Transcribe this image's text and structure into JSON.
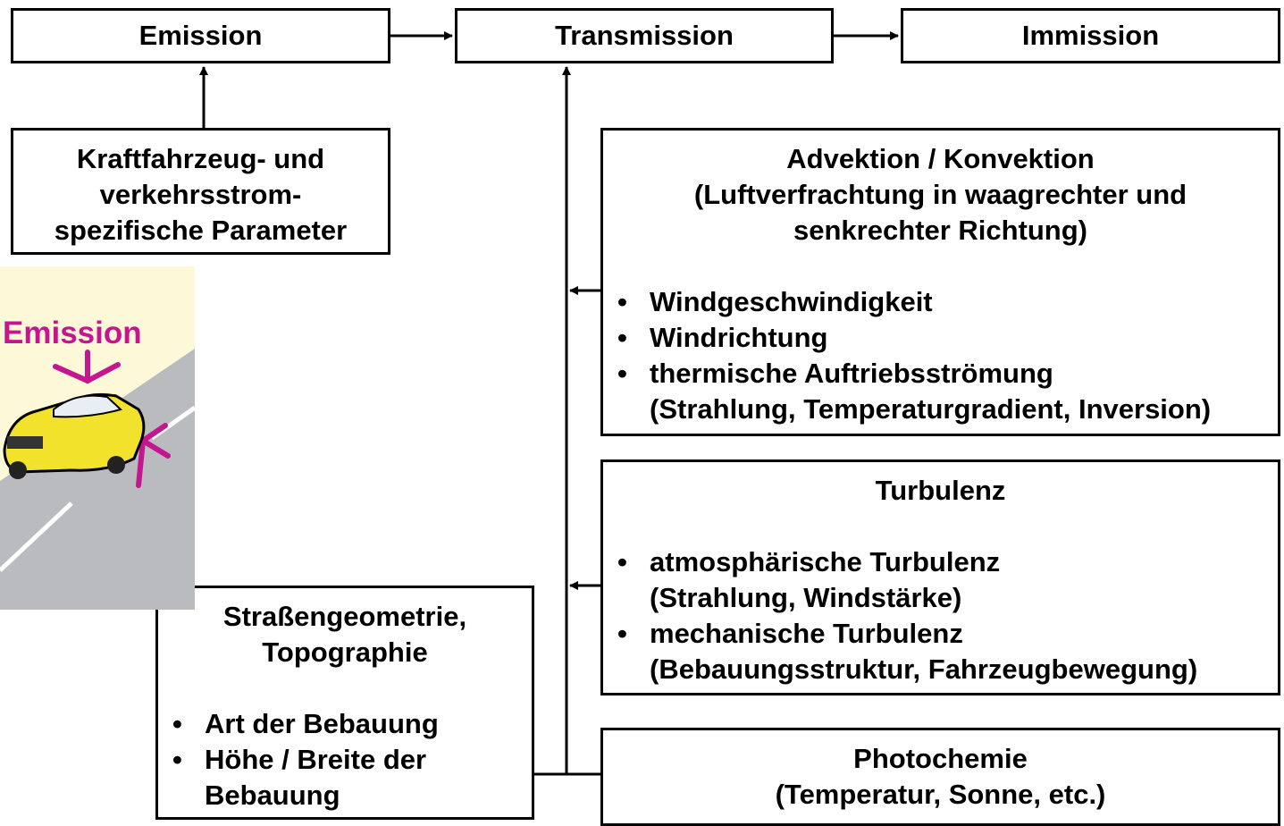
{
  "top_row": {
    "emission": "Emission",
    "transmission": "Transmission",
    "immission": "Immission"
  },
  "vehicle_params": [
    "Kraftfahrzeug- und",
    "verkehrsstrom-",
    "spezifische Parameter"
  ],
  "advection": {
    "title_lines": [
      "Advektion / Konvektion",
      "(Luftverfrachtung in waagrechter und",
      "senkrechter Richtung)"
    ],
    "items": [
      {
        "text": "Windgeschwindigkeit",
        "sub": ""
      },
      {
        "text": "Windrichtung",
        "sub": ""
      },
      {
        "text": "thermische Auftriebsströmung",
        "sub": "(Strahlung, Temperaturgradient, Inversion)"
      }
    ]
  },
  "turbulence": {
    "title": "Turbulenz",
    "items": [
      {
        "text": "atmosphärische Turbulenz",
        "sub": "(Strahlung, Windstärke)"
      },
      {
        "text": "mechanische Turbulenz",
        "sub": "(Bebauungsstruktur, Fahrzeugbewegung)"
      }
    ]
  },
  "street": {
    "title_lines": [
      "Straßengeometrie,",
      "Topographie"
    ],
    "items": [
      {
        "text": "Art der Bebauung",
        "sub": ""
      },
      {
        "text": "Höhe / Breite der",
        "sub": "Bebauung"
      }
    ]
  },
  "photochem": {
    "title_lines": [
      "Photochemie",
      "(Temperatur, Sonne, etc.)"
    ]
  },
  "illustration": {
    "label": "Emission",
    "label_color": "#c4168f",
    "background": "#fdf8d8",
    "road_color": "#b9bbbe",
    "car_color": "#f3e22b"
  },
  "bullet_char": "•"
}
